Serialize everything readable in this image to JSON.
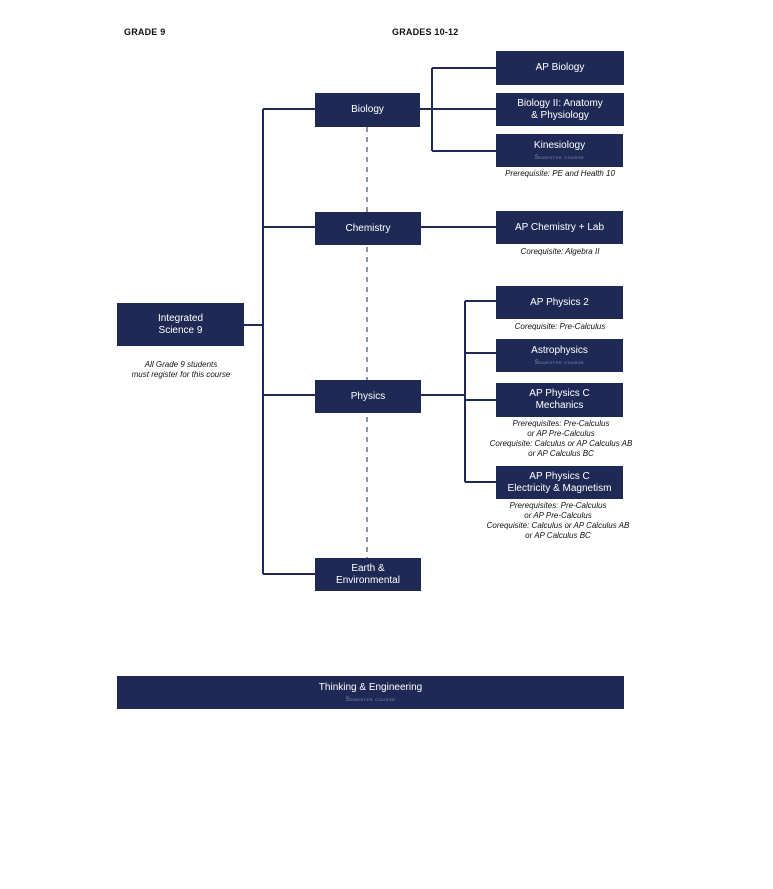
{
  "headers": {
    "grade9": "GRADE 9",
    "grades10_12": "GRADES 10-12"
  },
  "courses": {
    "integrated": {
      "line1": "Integrated",
      "line2": "Science 9"
    },
    "biology": "Biology",
    "chemistry": "Chemistry",
    "physics": "Physics",
    "earth": {
      "line1": "Earth &",
      "line2": "Environmental"
    },
    "ap_biology": "AP Biology",
    "biology2": {
      "line1": "Biology II: Anatomy",
      "line2": "& Physiology"
    },
    "kinesiology": {
      "title": "Kinesiology",
      "tag": "Semester course"
    },
    "ap_chemistry": "AP Chemistry + Lab",
    "ap_physics2": "AP Physics 2",
    "astrophysics": {
      "title": "Astrophysics",
      "tag": "Semester course"
    },
    "ap_physics_c_mech": {
      "line1": "AP Physics C",
      "line2": "Mechanics"
    },
    "ap_physics_c_em": {
      "line1": "AP Physics C",
      "line2": "Electricity & Magnetism"
    },
    "thinking": {
      "title": "Thinking & Engineering",
      "tag": "Semester course"
    }
  },
  "notes": {
    "integrated": {
      "line1": "All Grade 9 students",
      "line2": "must register for this course"
    },
    "kinesiology": "Prerequisite: PE and Health 10",
    "ap_chemistry": "Corequisite: Algebra II",
    "ap_physics2": "Corequisite: Pre-Calculus",
    "mech": {
      "line1": "Prerequisites: Pre-Calculus",
      "line2": "or AP Pre-Calculus",
      "line3": "Corequisite: Calculus or AP Calculus AB",
      "line4": "or AP Calculus BC"
    },
    "em": {
      "line1": "Prerequisites: Pre-Calculus",
      "line2": "or AP Pre-Calculus",
      "line3": "Corequisite: Calculus or AP Calculus AB",
      "line4": "or AP Calculus BC"
    }
  },
  "colors": {
    "box": "#1e2a55",
    "line": "#1e2a55",
    "tag": "#8a94b8"
  }
}
